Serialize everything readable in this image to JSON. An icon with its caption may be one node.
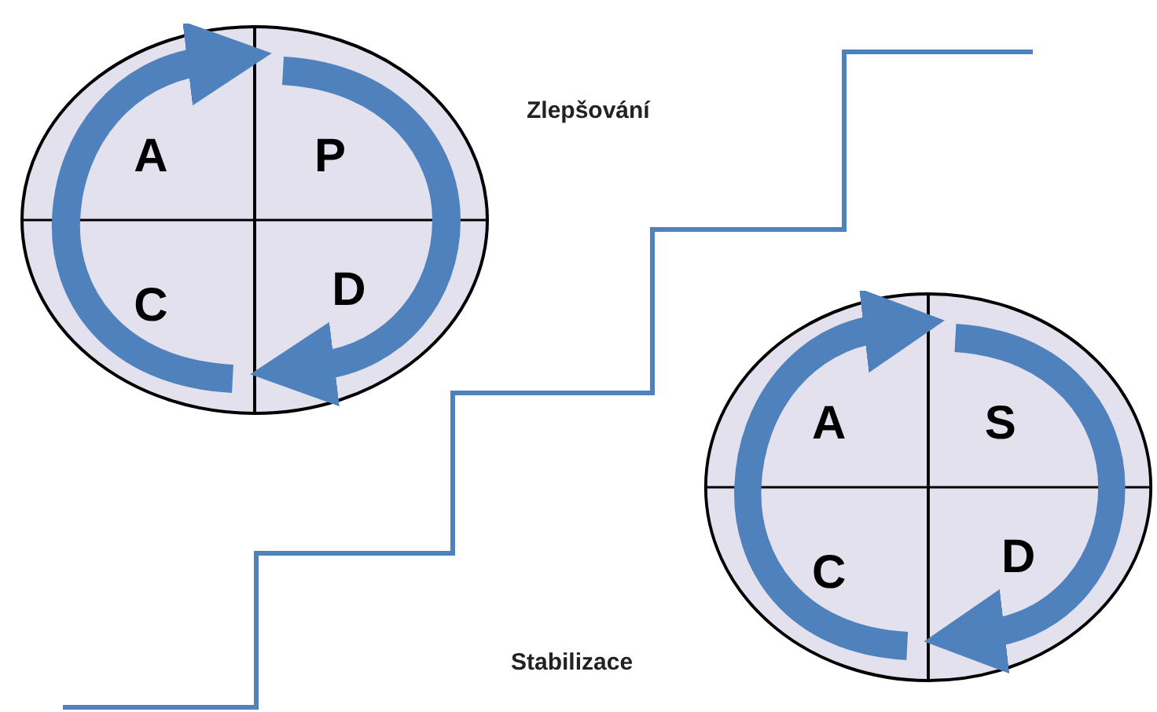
{
  "diagram": {
    "nodes": [
      {
        "text": [
          "A",
          "P",
          "C",
          "D"
        ]
      },
      {
        "text": [
          "A",
          "S",
          "C",
          "D"
        ]
      }
    ],
    "edges": [],
    "labels": [
      "Zlepšování",
      "Stabilizace"
    ]
  }
}
